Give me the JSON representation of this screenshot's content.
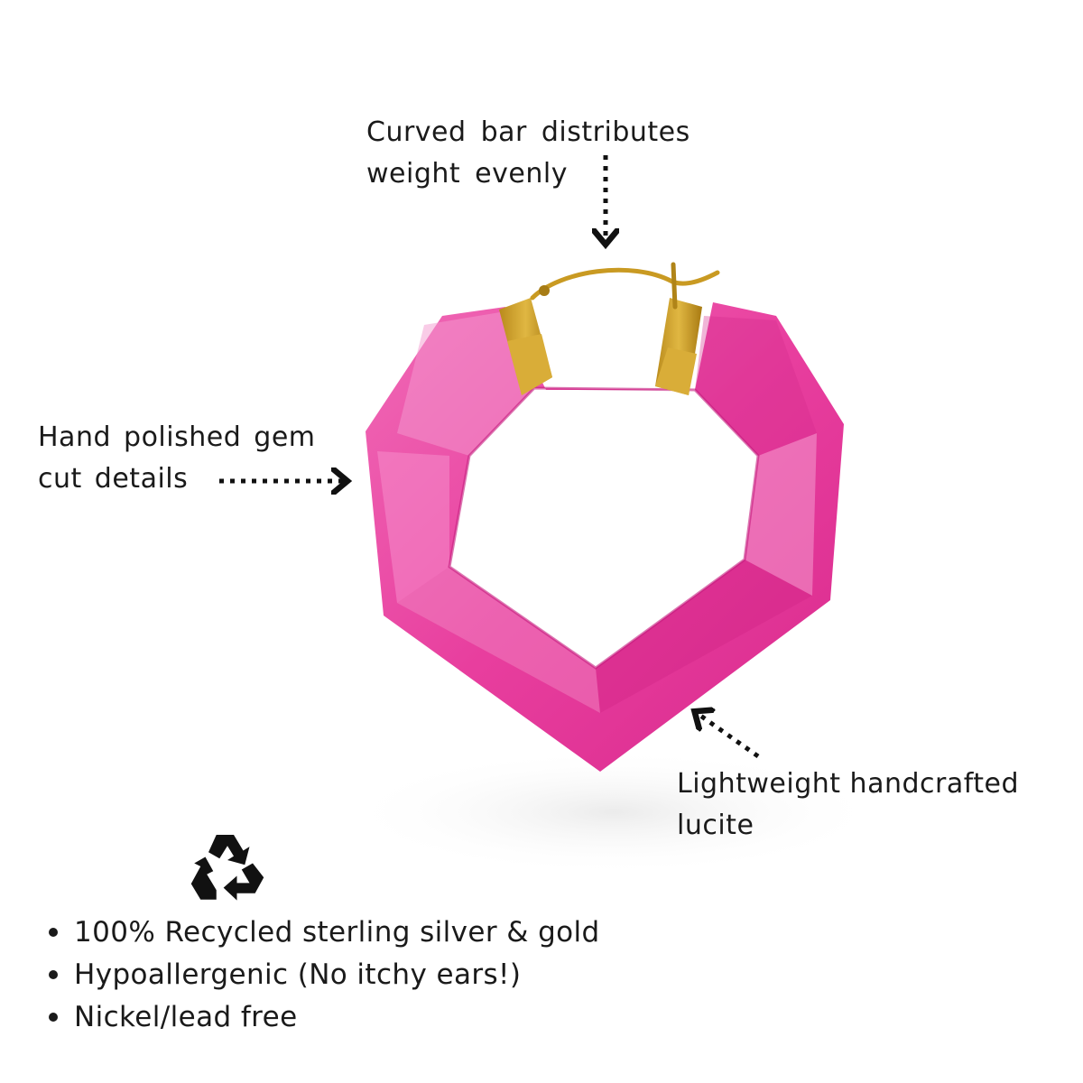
{
  "callouts": {
    "top": {
      "line1": "Curved bar distributes",
      "line2": "weight evenly"
    },
    "left": {
      "line1": "Hand polished gem",
      "line2": "cut details"
    },
    "right": {
      "line1": "Lightweight handcrafted",
      "line2": "lucite"
    }
  },
  "recycle_icon": "recycle-icon",
  "features": [
    "100% Recycled sterling silver & gold",
    "Hypoallergenic (No itchy ears!)",
    "Nickel/lead free"
  ],
  "colors": {
    "lucite_pink": "#e83e9e",
    "lucite_highlight": "#f27cc0",
    "lucite_shadow": "#c71f82",
    "gold": "#c99a22",
    "text": "#1a1a1a"
  }
}
